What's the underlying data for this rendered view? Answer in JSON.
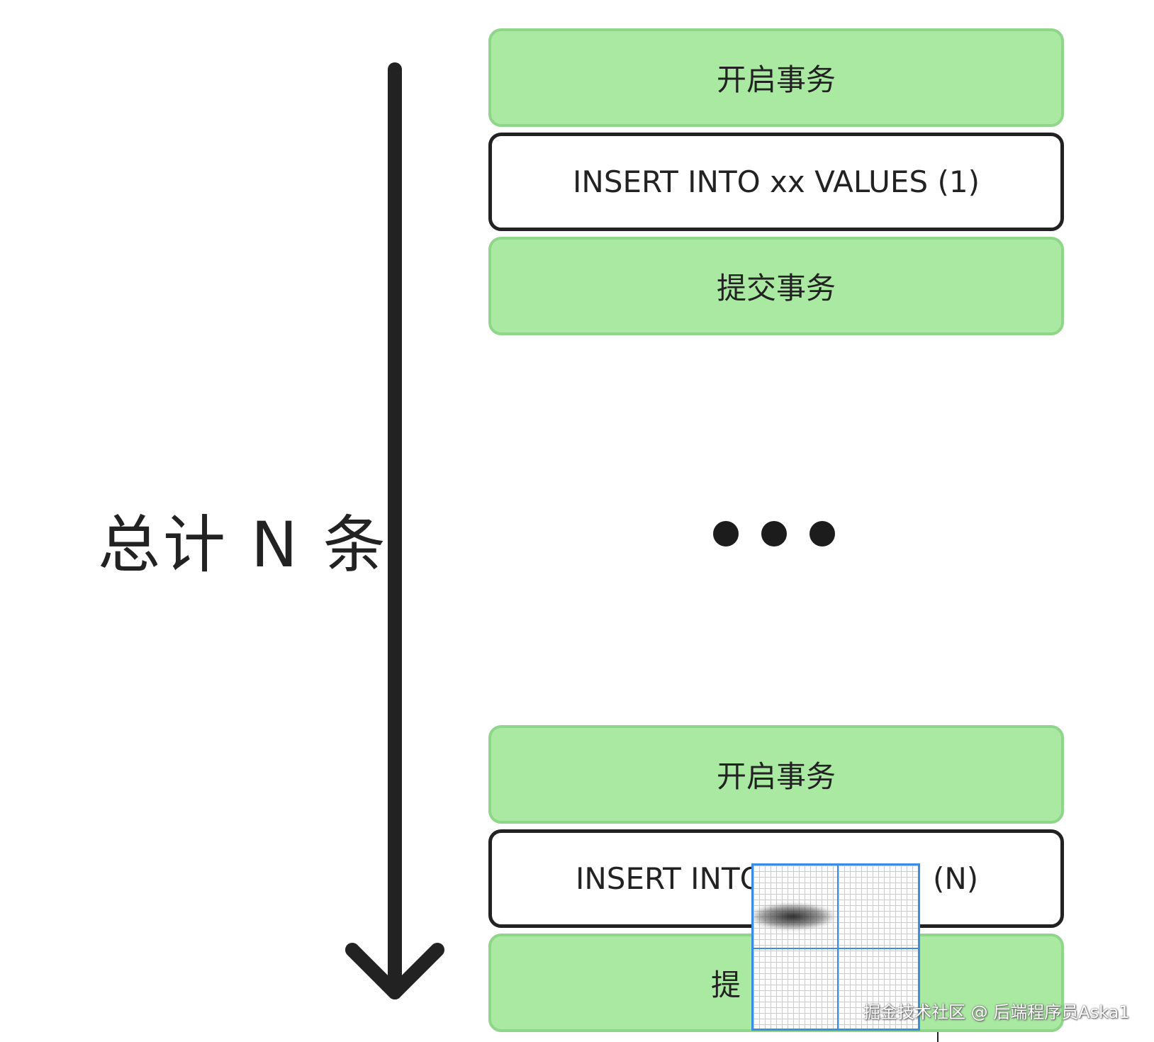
{
  "blocks": [
    {
      "text": "开启事务",
      "kind": "transaction"
    },
    {
      "text": "INSERT INTO xx VALUES (1)",
      "kind": "statement"
    },
    {
      "text": "提交事务",
      "kind": "transaction"
    },
    {
      "text": "开启事务",
      "kind": "transaction"
    },
    {
      "text": "INSERT INTO",
      "suffix": "(N)",
      "kind": "statement"
    },
    {
      "text": "提",
      "kind": "transaction"
    }
  ],
  "total_label": "总计 N 条",
  "ellipsis": "• • •",
  "watermark": "掘金技术社区 @ 后端程序员Aska1",
  "colors": {
    "green_fill": "#aae9a2",
    "green_border": "#8fd58a",
    "dark": "#222222",
    "magnifier": "#3a8de0"
  }
}
